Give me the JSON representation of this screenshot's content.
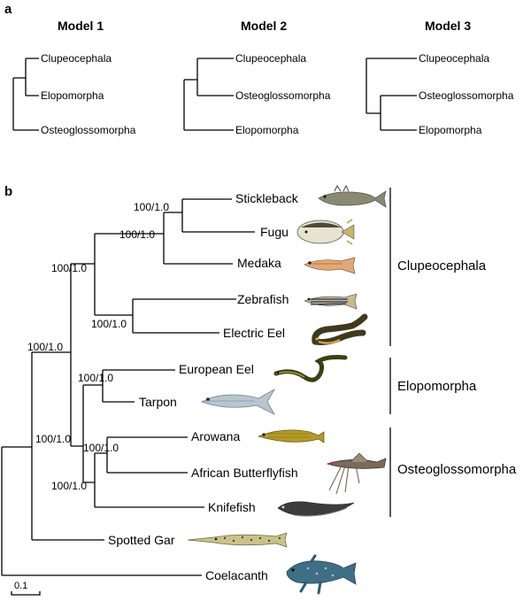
{
  "panel_a": {
    "label": "a",
    "models": [
      {
        "title": "Model 1",
        "tips": [
          "Clupeocephala",
          "Elopomorpha",
          "Osteoglossomorpha"
        ]
      },
      {
        "title": "Model 2",
        "tips": [
          "Clupeocephala",
          "Osteoglossomorpha",
          "Elopomorpha"
        ]
      },
      {
        "title": "Model 3",
        "tips": [
          "Clupeocephala",
          "Osteoglossomorpha",
          "Elopomorpha"
        ]
      }
    ]
  },
  "panel_b": {
    "label": "b",
    "taxa": [
      "Stickleback",
      "Fugu",
      "Medaka",
      "Zebrafish",
      "Electric Eel",
      "European Eel",
      "Tarpon",
      "Arowana",
      "African Butterflyfish",
      "Knifefish",
      "Spotted Gar",
      "Coelacanth"
    ],
    "supports": [
      "100/1.0",
      "100/1.0",
      "100/1.0",
      "100/1.0",
      "100/1.0",
      "100/1.0",
      "100/1.0",
      "100/1.0",
      "100/1.0"
    ],
    "clades": [
      "Clupeocephala",
      "Elopomorpha",
      "Osteoglossomorpha"
    ],
    "scale_label": "0.1"
  },
  "fish_icons": [
    "stickleback-icon",
    "fugu-icon",
    "medaka-icon",
    "zebrafish-icon",
    "electric-eel-icon",
    "european-eel-icon",
    "tarpon-icon",
    "arowana-icon",
    "african-butterflyfish-icon",
    "knifefish-icon",
    "spotted-gar-icon",
    "coelacanth-icon"
  ],
  "colors": {
    "line": "#000000",
    "eel_green": "#4a5a1a",
    "arowana_gold": "#b59a2a",
    "coelacanth_blue": "#3f6f86"
  }
}
